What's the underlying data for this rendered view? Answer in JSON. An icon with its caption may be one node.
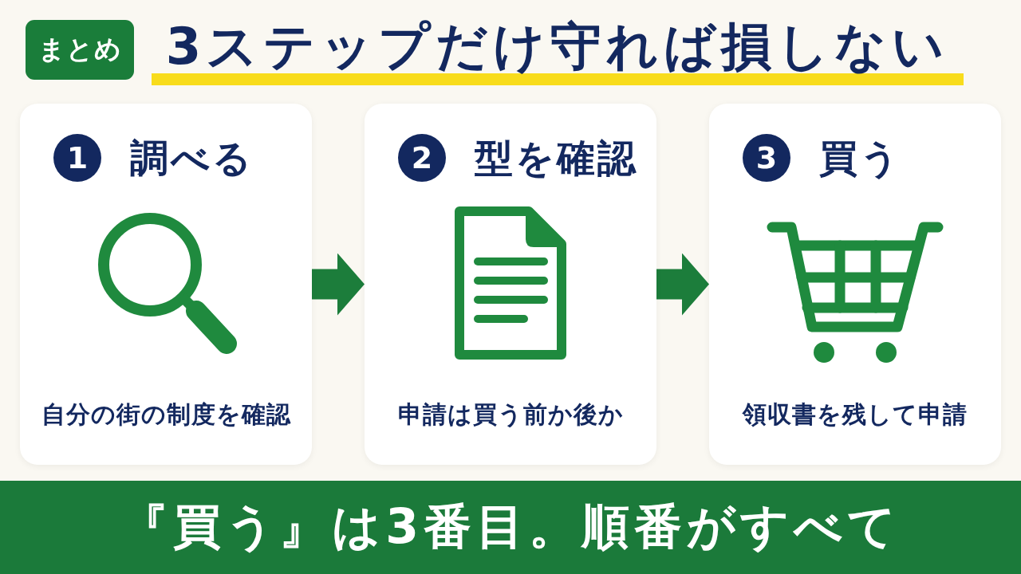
{
  "diagram": {
    "title": "3ステップだけ守れば損しない",
    "nodes": [
      {
        "text": [
          "まとめ"
        ]
      },
      {
        "text": [
          "調べる",
          "自分の街の制度を確認"
        ]
      },
      {
        "text": [
          "1"
        ],
        "in": 1
      },
      {
        "text": [
          "型を確認",
          "申請は買う前か後か"
        ]
      },
      {
        "text": [
          "2"
        ],
        "in": 3
      },
      {
        "text": [
          "買う",
          "領収書を残して申請"
        ]
      },
      {
        "text": [
          "3"
        ],
        "in": 5
      },
      {
        "text": [
          "『買う』は3番目。順番がすべて"
        ]
      }
    ],
    "edges": [
      {
        "from": 1,
        "to": 3,
        "arrow": "to"
      },
      {
        "from": 3,
        "to": 5,
        "arrow": "to"
      }
    ]
  }
}
